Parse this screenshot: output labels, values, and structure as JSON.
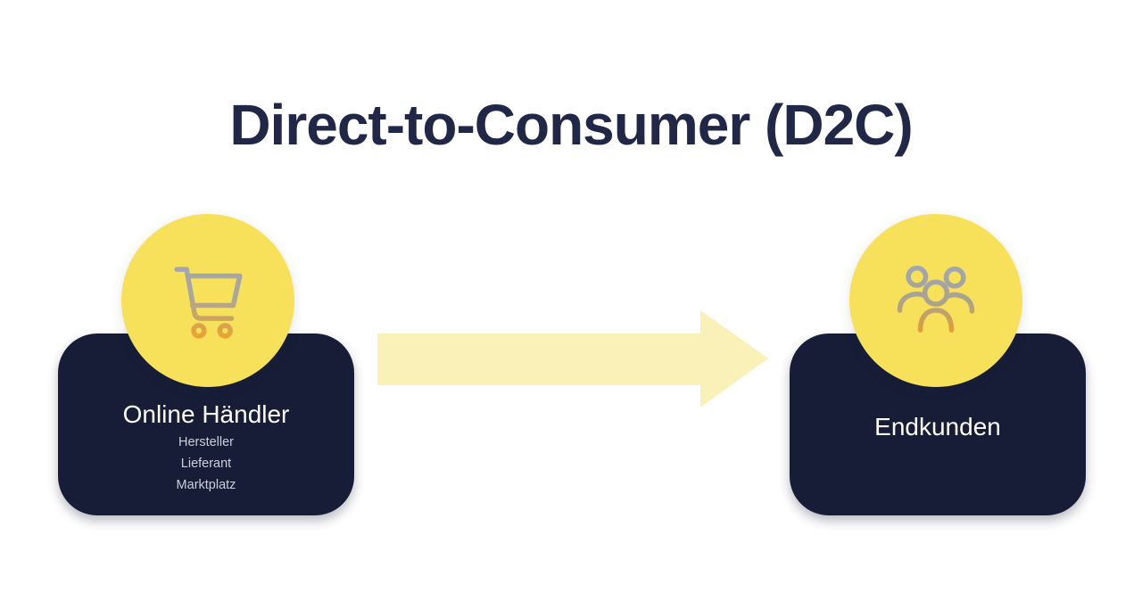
{
  "title": "Direct-to-Consumer (D2C)",
  "diagram": {
    "source": {
      "label": "Online Händler",
      "sublabels": [
        "Hersteller",
        "Lieferant",
        "Marktplatz"
      ],
      "icon": "shopping-cart-icon"
    },
    "target": {
      "label": "Endkunden",
      "icon": "people-group-icon"
    },
    "arrow": {
      "direction": "right",
      "from": "Online Händler",
      "to": "Endkunden"
    }
  },
  "colors": {
    "background": "#ffffff",
    "title_navy": "#212847",
    "card_navy": "#171d36",
    "badge_yellow": "#f7e15a",
    "arrow_pale_yellow": "#faf1b8",
    "icon_gray": "#a0a6b4",
    "icon_gold": "#eda32b",
    "label_white": "#ffffff",
    "sublabel_gray": "#cbd0da"
  }
}
